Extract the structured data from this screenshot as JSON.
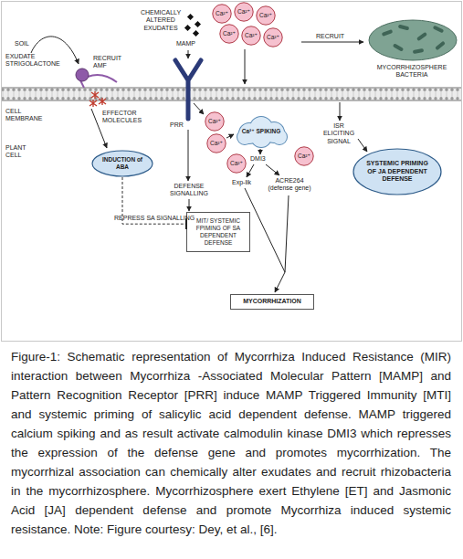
{
  "diagram": {
    "caption": "Figure-1: Schematic representation of Mycorrhiza Induced Resistance (MIR) interaction between Mycorrhiza -Associated Molecular Pattern [MAMP] and Pattern Recognition Receptor [PRR] induce MAMP Triggered Immunity [MTI] and systemic priming of salicylic acid dependent defense. MAMP triggered calcium spiking and as result activate calmodulin kinase DMI3 which represses the expression of the defense gene and promotes mycorrhization. The mycorrhizal association can chemically alter exudates and recruit rhizobacteria in the mycorrhizosphere. Mycorrhizosphere exert Ethylene [ET] and Jasmonic Acid [JA] dependent defense and promote Mycorrhiza induced systemic resistance. Note: Figure courtesy: Dey, et al., [6].",
    "nodes": [
      {
        "text": [
          "Ca²⁺"
        ]
      },
      {
        "text": [
          "Ca²⁺"
        ]
      },
      {
        "text": [
          "Ca²⁺"
        ]
      },
      {
        "text": [
          "Ca²⁺"
        ]
      },
      {
        "text": [
          "Ca²⁺"
        ]
      },
      {
        "text": [
          "Ca²⁺"
        ]
      },
      {
        "text": [
          "Ca²⁺"
        ]
      },
      {
        "text": [
          "Ca²⁺"
        ]
      },
      {
        "text": [
          "Ca²⁺"
        ]
      },
      {
        "text": [
          "Ca²⁺"
        ]
      },
      {
        "text": [
          "Ca²⁺ SPIKING"
        ]
      },
      {
        "text": [
          "SYSTEMIC PRIMING OF JA DEPENDENT DEFENSE"
        ]
      },
      {
        "text": [
          "INDUCTION of ABA"
        ]
      },
      {
        "text": [
          "MIT/ SYSTEMIC FPIMING OF SA DEPENDENT DEFENSE"
        ]
      },
      {
        "text": [
          "MYCORRHIZATION"
        ]
      }
    ],
    "edges": [
      {
        "from": 12,
        "to": 13,
        "label": "REPRESS SA SIGNALLING",
        "arrow": "to"
      }
    ],
    "labels": [
      "CHEMICALLY ALTERED EXUDATES",
      "SOIL",
      "EXUDATE STRIGOLACTONE",
      "RECRUIT AMF",
      "MAMP",
      "RECRUIT",
      "MYCORRHIZOSPHERE BACTERIA",
      "CELL MEMBRANE",
      "EFFECTOR MOLECULES",
      "PRR",
      "PLANT CELL",
      "DEFENSE SIGNALLING",
      "DMI3",
      "ISR ELICITING SIGNAL",
      "Exp-lik",
      "ACRE264 (defense gene)"
    ]
  }
}
